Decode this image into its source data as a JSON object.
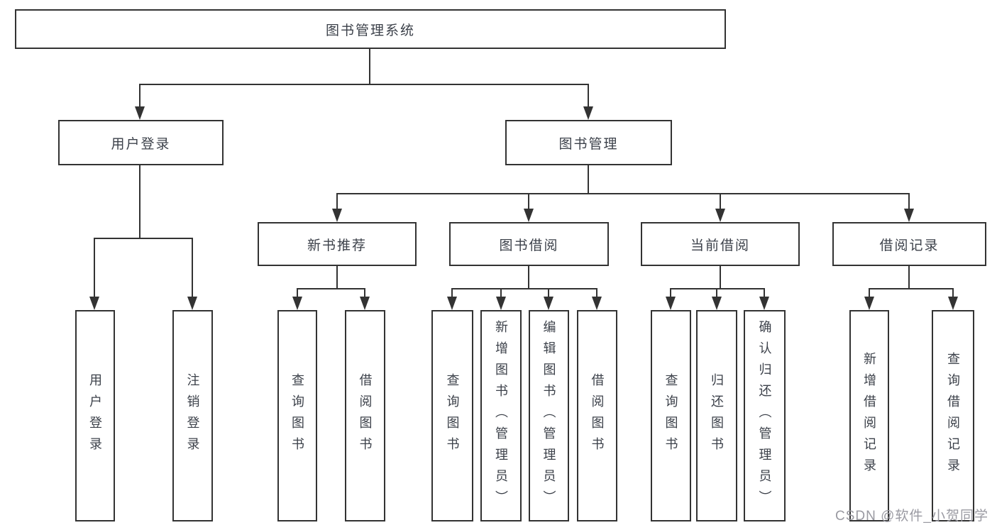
{
  "diagram": {
    "root_label": "图书管理系统",
    "level2": {
      "user_login": "用户登录",
      "book_management": "图书管理"
    },
    "user_login_children": {
      "login": "用户登录",
      "logout": "注销登录"
    },
    "book_management_children": {
      "new_book_rec": "新书推荐",
      "book_borrow": "图书借阅",
      "current_borrow": "当前借阅",
      "borrow_record": "借阅记录"
    },
    "new_book_rec_children": {
      "query_book": "查询图书",
      "borrow_book": "借阅图书"
    },
    "book_borrow_children": {
      "query_book": "查询图书",
      "add_book": "新增图书（管理员）",
      "edit_book": "编辑图书（管理员）",
      "borrow_book": "借阅图书"
    },
    "current_borrow_children": {
      "query_book": "查询图书",
      "return_book": "归还图书",
      "confirm_return": "确认归还（管理员）"
    },
    "borrow_record_children": {
      "add_record": "新增借阅记录",
      "query_record": "查询借阅记录"
    }
  },
  "watermark": "CSDN @软件_小贺同学",
  "colors": {
    "line": "#333333",
    "text": "#3c414a",
    "watermark": "#9a9aa2",
    "background": "#ffffff"
  }
}
